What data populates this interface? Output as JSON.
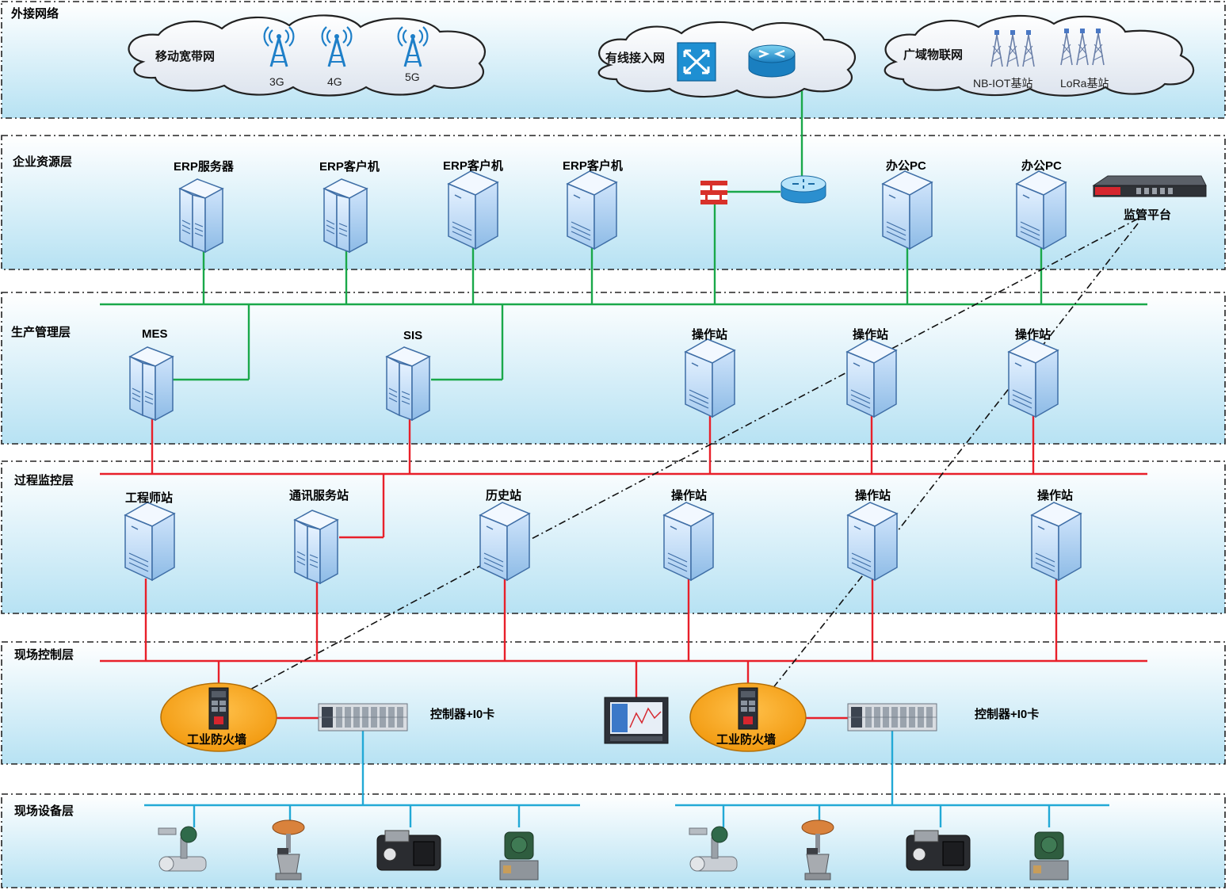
{
  "layers": [
    {
      "id": "external",
      "title": "外接网络"
    },
    {
      "id": "enterprise",
      "title": "企业资源层"
    },
    {
      "id": "production",
      "title": "生产管理层"
    },
    {
      "id": "process",
      "title": "过程监控层"
    },
    {
      "id": "field_control",
      "title": "现场控制层"
    },
    {
      "id": "field_device",
      "title": "现场设备层"
    }
  ],
  "external": {
    "mobile": {
      "label": "移动宽带网",
      "towers": [
        "3G",
        "4G",
        "5G"
      ]
    },
    "wired": {
      "label": "有线接入网"
    },
    "iot": {
      "label": "广域物联网",
      "stations": [
        "NB-IOT基站",
        "LoRa基站"
      ]
    }
  },
  "enterprise": {
    "nodes": [
      "ERP服务器",
      "ERP客户机",
      "ERP客户机",
      "ERP客户机",
      "办公PC",
      "办公PC"
    ],
    "monitor": "监管平台"
  },
  "production": {
    "nodes": [
      "MES",
      "SIS",
      "操作站",
      "操作站",
      "操作站"
    ]
  },
  "process": {
    "nodes": [
      "工程师站",
      "通讯服务站",
      "历史站",
      "操作站",
      "操作站",
      "操作站"
    ]
  },
  "field_control": {
    "firewalls": [
      "工业防火墙",
      "工业防火墙"
    ],
    "controllers": [
      "控制器+I0卡",
      "控制器+I0卡"
    ]
  },
  "colors": {
    "green_bus": "#1aa84a",
    "red_bus": "#e8202a",
    "blue_bus": "#22a9d6",
    "firewall_orange": "#f7a21b",
    "panel_top": "#ffffff",
    "panel_bottom": "#b9e3f3"
  }
}
